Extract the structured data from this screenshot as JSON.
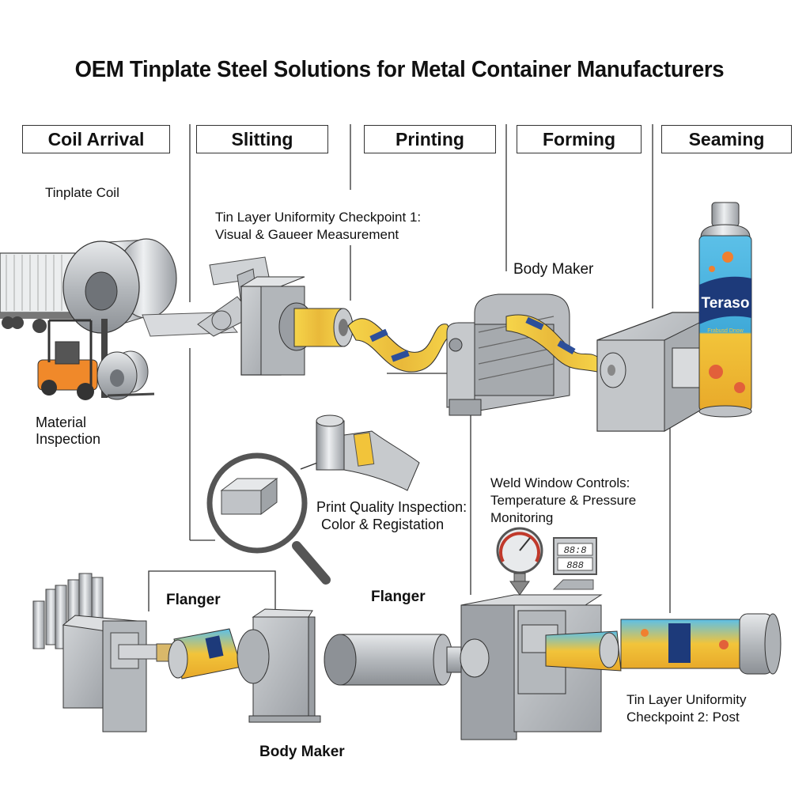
{
  "title": "OEM Tinplate Steel Solutions for Metal Container Manufacturers",
  "stages": [
    {
      "label": "Coil Arrival"
    },
    {
      "label": "Slitting"
    },
    {
      "label": "Printing"
    },
    {
      "label": "Forming"
    },
    {
      "label": "Seaming"
    }
  ],
  "labels": {
    "tinplate_coil": "Tinplate Coil",
    "checkpoint1_line1": "Tin Layer Uniformity Checkpoint 1:",
    "checkpoint1_line2": "Visual & Gaueer Measurement",
    "body_maker_top": "Body Maker",
    "material_inspection_line1": "Material",
    "material_inspection_line2": "Inspection",
    "print_quality_line1": "Print Quality Inspection:",
    "print_quality_line2": "Color & Registation",
    "weld_line1": "Weld Window Controls:",
    "weld_line2": "Temperature & Pressure",
    "weld_line3": "Monitoring",
    "flanger_left": "Flanger",
    "flanger_right": "Flanger",
    "body_maker_bottom": "Body Maker",
    "checkpoint2_line1": "Tin Layer Uniformity",
    "checkpoint2_line2": "Checkpoint 2: Post"
  },
  "can_brand": "Teraso",
  "can_subtext": "Frabusd Dnow",
  "display_readouts": [
    "88:8",
    "888"
  ],
  "colors": {
    "steel": "#b9bcc0",
    "steel_dark": "#7d8185",
    "forklift": "#f0892a",
    "can_blue": "#3fa9d8",
    "can_yellow": "#f2c43a",
    "brand_navy": "#1d3a7a",
    "gauge_red": "#c0392b"
  }
}
